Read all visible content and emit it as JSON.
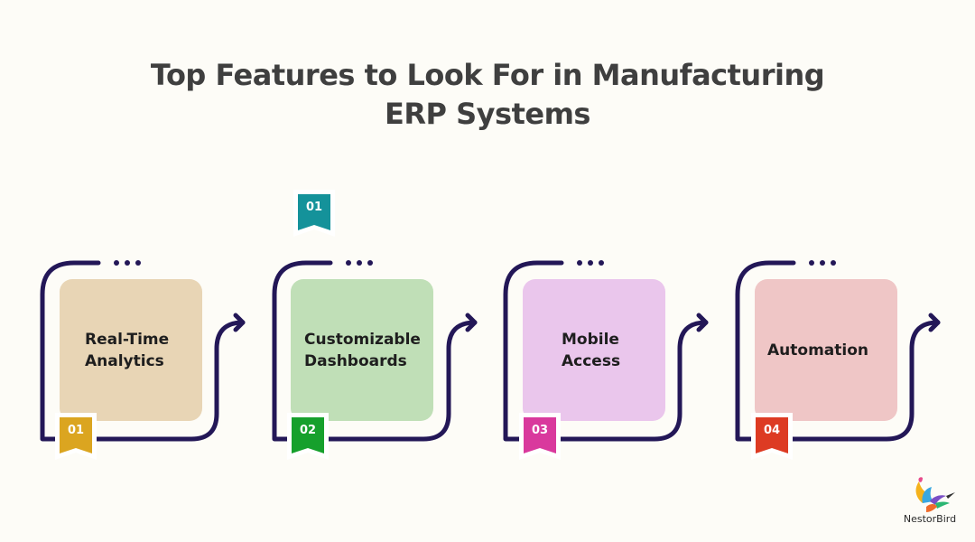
{
  "title": {
    "line1": "Top Features to Look For in Manufacturing",
    "line2": "ERP Systems"
  },
  "colors": {
    "line": "#231757",
    "background": "#fdfcf7"
  },
  "floating_badge": {
    "number": "01",
    "color": "#14929a"
  },
  "steps": [
    {
      "number": "01",
      "label": "Real-Time\nAnalytics",
      "card_color": "#e8d5b5",
      "badge_color": "#dba520"
    },
    {
      "number": "02",
      "label": "Customizable\nDashboards",
      "card_color": "#c0dfb7",
      "badge_color": "#16a02c"
    },
    {
      "number": "03",
      "label": "Mobile\nAccess",
      "card_color": "#eac6ec",
      "badge_color": "#d9399d"
    },
    {
      "number": "04",
      "label": "Automation",
      "card_color": "#efc6c6",
      "badge_color": "#dd3b23"
    }
  ],
  "logo": {
    "text": "NestorBird",
    "icon": "hummingbird-icon"
  }
}
